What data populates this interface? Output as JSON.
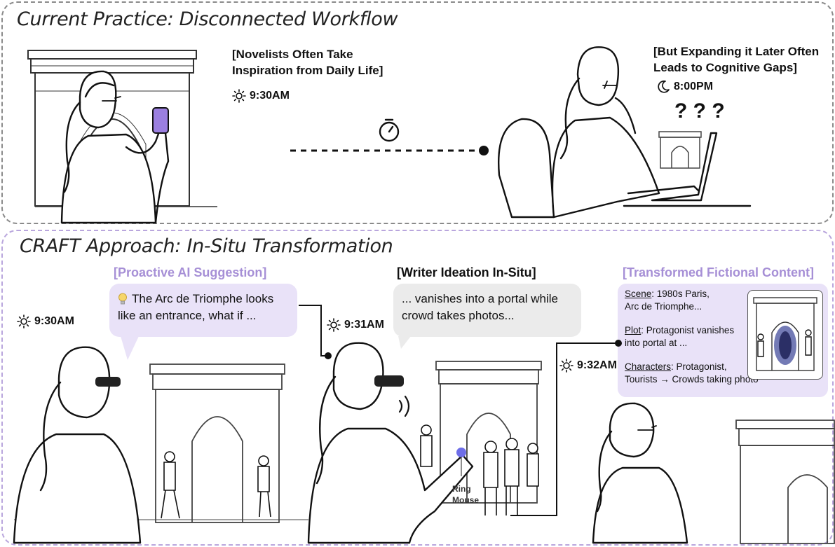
{
  "top": {
    "title": "Current Practice: Disconnected Workflow",
    "caption_left_line1": "[Novelists Often Take",
    "caption_left_line2": "Inspiration from Daily Life]",
    "time_left": "9:30AM",
    "caption_right_line1": "[But Expanding it Later Often",
    "caption_right_line2": "Leads to Cognitive Gaps]",
    "time_right": "8:00PM",
    "confusion_marks": "? ? ?"
  },
  "bottom": {
    "title": "CRAFT Approach: In-Situ Transformation",
    "ai_heading": "[Proactive AI Suggestion]",
    "ai_bubble_line1": "The Arc de Triomphe looks",
    "ai_bubble_line2": "like an entrance, what if ...",
    "time_1": "9:30AM",
    "writer_heading": "[Writer Ideation In-Situ]",
    "writer_bubble_line1": "... vanishes into a portal while",
    "writer_bubble_line2": "crowd takes photos...",
    "time_2": "9:31AM",
    "ring_label_1": "Ring",
    "ring_label_2": "Mouse",
    "content_heading": "[Transformed Fictional Content]",
    "time_3": "9:32AM",
    "scene_label": "Scene",
    "scene_text_1": ": 1980s Paris,",
    "scene_text_2": "Arc de Triomphe...",
    "plot_label": "Plot",
    "plot_text_1": ": Protagonist vanishes",
    "plot_text_2": "into portal at ...",
    "characters_label": "Characters",
    "characters_text_1": ": Protagonist,",
    "characters_text_2": "Tourists → Crowds taking photo"
  },
  "icons": [
    "sun-icon",
    "moon-icon",
    "stopwatch-icon",
    "lightbulb-icon",
    "sound-waves-icon"
  ],
  "colors": {
    "purple_text": "#a68fd6",
    "purple_fill": "#e9e2f8",
    "gray_bubble": "#ebebeb",
    "phone_screen": "#9b7fe0"
  }
}
